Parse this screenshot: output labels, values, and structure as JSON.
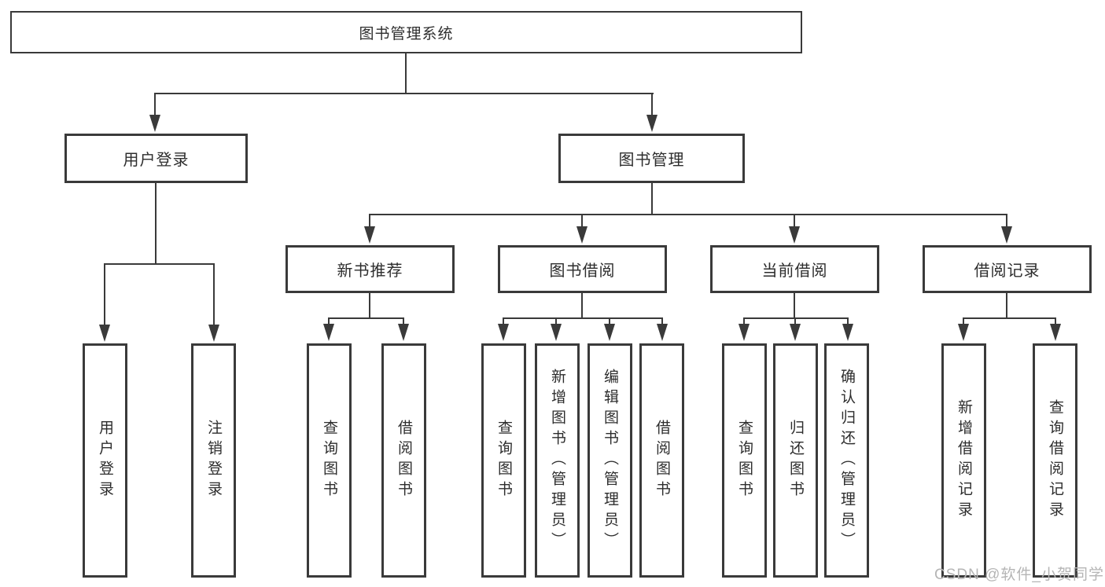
{
  "colors": {
    "line": "#3a3a3a",
    "box_border": "#3a3a3a",
    "text": "#2d2d2d",
    "watermark": "#b5b5b5",
    "background": "#ffffff"
  },
  "watermark": {
    "text": "CSDN @软件_小贺同学"
  },
  "tree": {
    "root": {
      "label": "图书管理系统"
    },
    "branches": [
      {
        "label": "用户登录",
        "leaves": [
          {
            "label": "用户登录"
          },
          {
            "label": "注销登录"
          }
        ]
      },
      {
        "label": "图书管理",
        "groups": [
          {
            "label": "新书推荐",
            "leaves": [
              {
                "label": "查询图书"
              },
              {
                "label": "借阅图书"
              }
            ]
          },
          {
            "label": "图书借阅",
            "leaves": [
              {
                "label": "查询图书"
              },
              {
                "label": "新增图书（管理员）"
              },
              {
                "label": "编辑图书（管理员）"
              },
              {
                "label": "借阅图书"
              }
            ]
          },
          {
            "label": "当前借阅",
            "leaves": [
              {
                "label": "查询图书"
              },
              {
                "label": "归还图书"
              },
              {
                "label": "确认归还（管理员）"
              }
            ]
          },
          {
            "label": "借阅记录",
            "leaves": [
              {
                "label": "新增借阅记录"
              },
              {
                "label": "查询借阅记录"
              }
            ]
          }
        ]
      }
    ]
  }
}
